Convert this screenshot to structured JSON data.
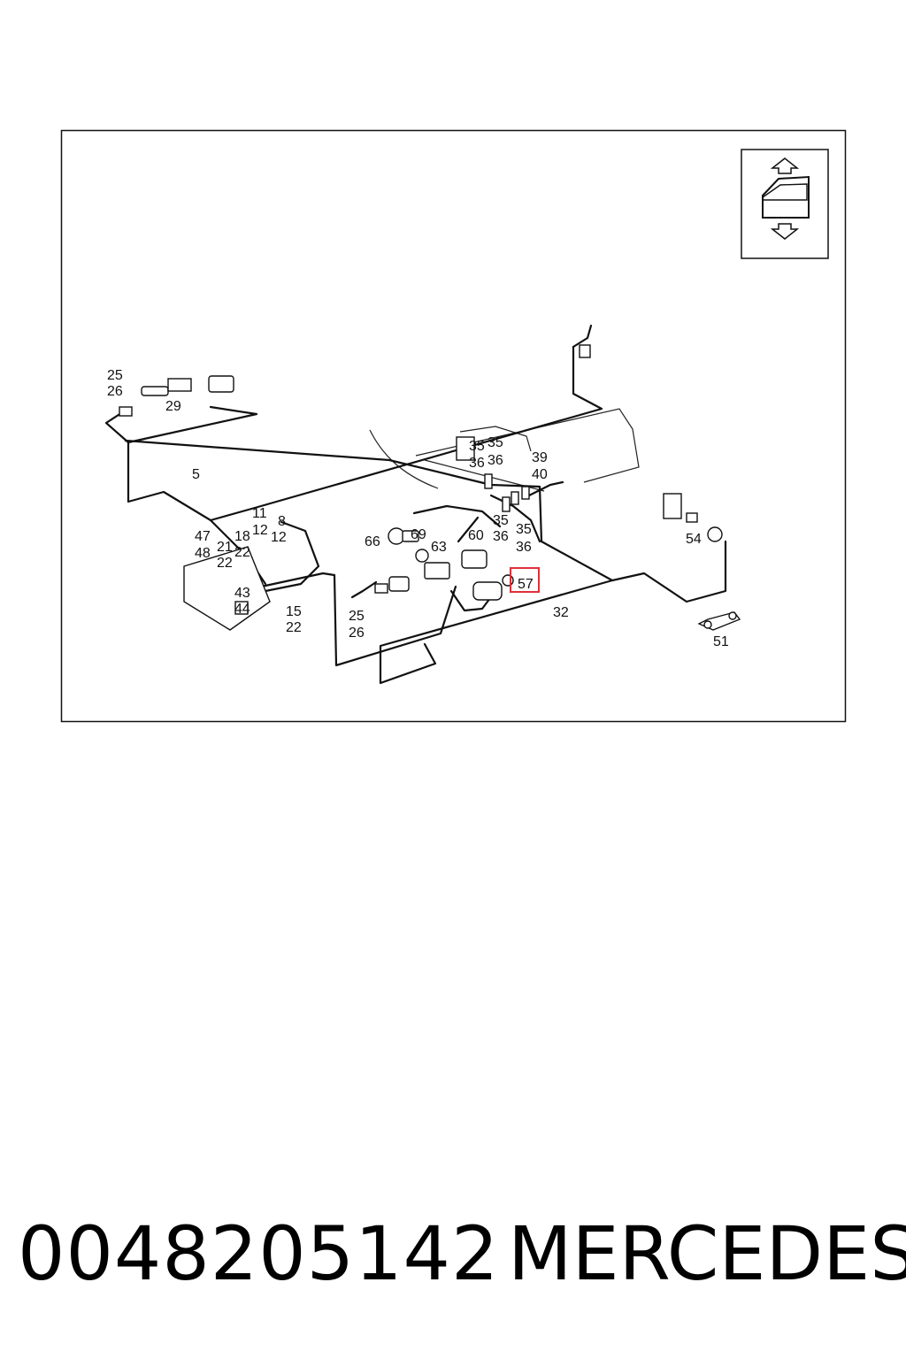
{
  "diagram": {
    "callouts": {
      "c25a": "25",
      "c26a": "26",
      "c29": "29",
      "c5": "5",
      "c11": "11",
      "c12a": "12",
      "c8": "8",
      "c12b": "12",
      "c47": "47",
      "c48": "48",
      "c18": "18",
      "c21": "21",
      "c22a": "22",
      "c22b": "22",
      "c43": "43",
      "c44": "44",
      "c15": "15",
      "c22c": "22",
      "c25b": "25",
      "c26b": "26",
      "c66": "66",
      "c69": "69",
      "c63": "63",
      "c60": "60",
      "c35a": "35",
      "c35b": "35",
      "c36a": "36",
      "c36b": "36",
      "c39": "39",
      "c40": "40",
      "c35c": "35",
      "c36c": "36",
      "c35d": "35",
      "c36d": "36",
      "c57": "57",
      "c32": "32",
      "c54": "54",
      "c51": "51"
    },
    "highlight_color": "#e0303a"
  },
  "footer": {
    "part_number": "0048205142",
    "brand": "MERCEDES"
  }
}
